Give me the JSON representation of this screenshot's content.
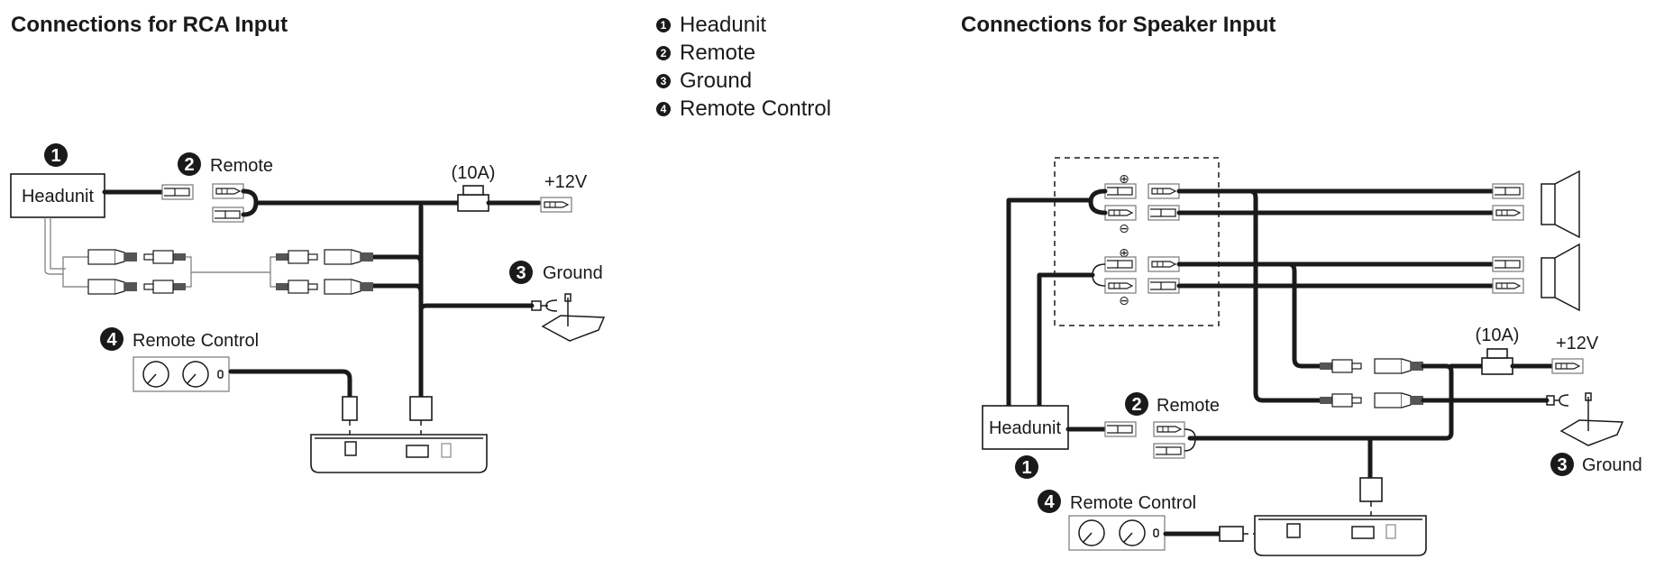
{
  "titles": {
    "rca": "Connections for RCA Input",
    "speaker": "Connections for Speaker Input"
  },
  "legend": [
    {
      "num": "1",
      "label": "Headunit"
    },
    {
      "num": "2",
      "label": "Remote"
    },
    {
      "num": "3",
      "label": "Ground"
    },
    {
      "num": "4",
      "label": "Remote Control"
    }
  ],
  "rca_diagram": {
    "headunit_label": "Headunit",
    "headunit_num": "1",
    "remote_num": "2",
    "remote_label": "Remote",
    "fuse_label": "(10A)",
    "power_label": "+12V",
    "ground_num": "3",
    "ground_label": "Ground",
    "remote_control_num": "4",
    "remote_control_label": "Remote Control"
  },
  "speaker_diagram": {
    "headunit_label": "Headunit",
    "headunit_num": "1",
    "remote_num": "2",
    "remote_label": "Remote",
    "fuse_label": "(10A)",
    "power_label": "+12V",
    "ground_num": "3",
    "ground_label": "Ground",
    "remote_control_num": "4",
    "remote_control_label": "Remote Control",
    "plus_sign": "⊕",
    "minus_sign": "⊖"
  }
}
